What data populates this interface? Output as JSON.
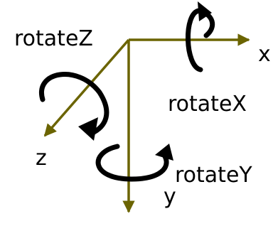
{
  "labels": {
    "rotate_z": "rotateZ",
    "rotate_x": "rotateX",
    "rotate_y": "rotateY",
    "axis_x": "x",
    "axis_y": "y",
    "axis_z": "z"
  },
  "colors": {
    "axis": "#6b6400",
    "arrow": "#000000",
    "background": "#ffffff"
  }
}
